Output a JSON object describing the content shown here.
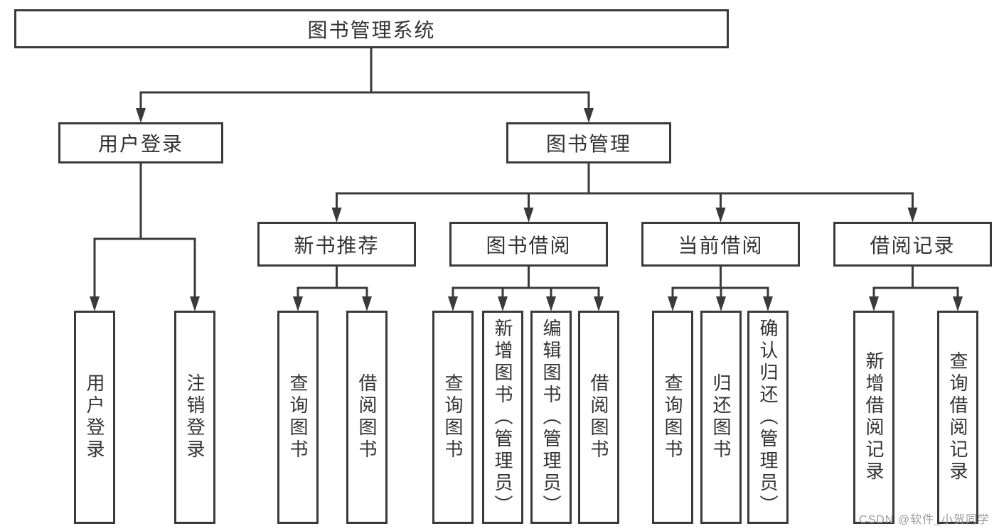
{
  "diagram": {
    "root": {
      "label": "图书管理系统"
    },
    "level2": {
      "user_login": {
        "label": "用户登录"
      },
      "book_mgmt": {
        "label": "图书管理"
      }
    },
    "level3": {
      "new_book_rec": {
        "label": "新书推荐"
      },
      "book_borrow": {
        "label": "图书借阅"
      },
      "current_borrow": {
        "label": "当前借阅"
      },
      "borrow_records": {
        "label": "借阅记录"
      }
    },
    "level4": {
      "user_login": {
        "label": "用户登录"
      },
      "logout": {
        "label": "注销登录"
      },
      "nb_query_books": {
        "label": "查询图书"
      },
      "nb_borrow_books": {
        "label": "借阅图书"
      },
      "bb_query_books": {
        "label": "查询图书"
      },
      "bb_add_books": {
        "label": "新增图书（管理员）"
      },
      "bb_edit_books": {
        "label": "编辑图书（管理员）"
      },
      "bb_borrow_books": {
        "label": "借阅图书"
      },
      "cb_query_books": {
        "label": "查询图书"
      },
      "cb_return_books": {
        "label": "归还图书"
      },
      "cb_confirm_return": {
        "label": "确认归还（管理员）"
      },
      "br_add_record": {
        "label": "新增借阅记录"
      },
      "br_query_record": {
        "label": "查询借阅记录"
      }
    },
    "watermark": "CSDN @软件_小贺同学",
    "colors": {
      "line": "#3a3a3a",
      "text": "#333333",
      "watermark": "#9c9c9c",
      "background": "#ffffff"
    }
  }
}
